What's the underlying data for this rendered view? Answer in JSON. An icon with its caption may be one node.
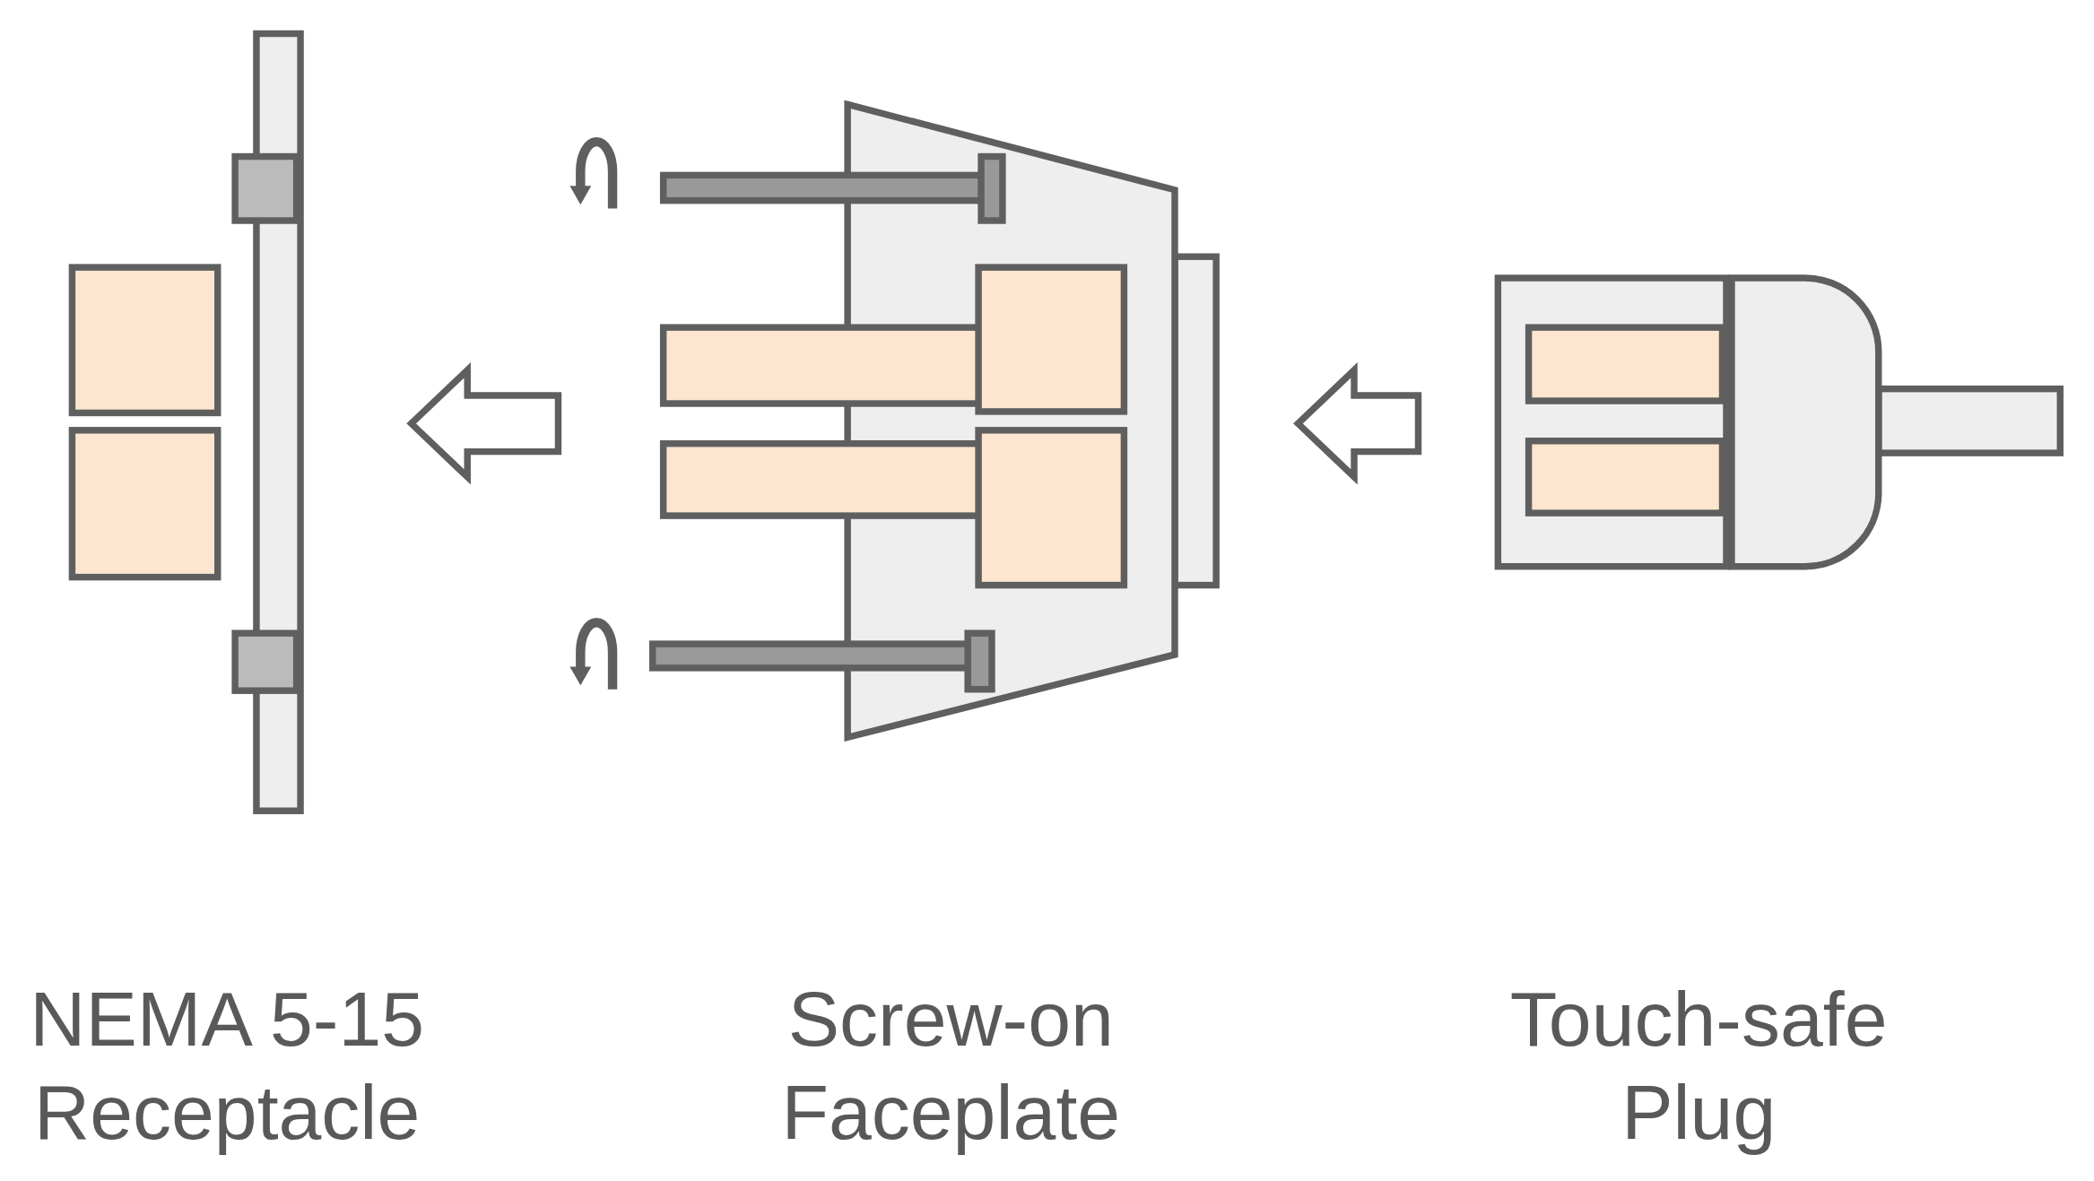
{
  "diagram": {
    "nodes": [
      {
        "text": [
          "NEMA 5-15 Receptacle"
        ]
      },
      {
        "text": [
          "Screw-on Faceplate"
        ]
      },
      {
        "text": [
          "Touch-safe Plug"
        ]
      }
    ],
    "edges": [
      {
        "from": 1,
        "to": 0,
        "arrow": "to"
      },
      {
        "from": 2,
        "to": 1,
        "arrow": "to"
      }
    ]
  }
}
